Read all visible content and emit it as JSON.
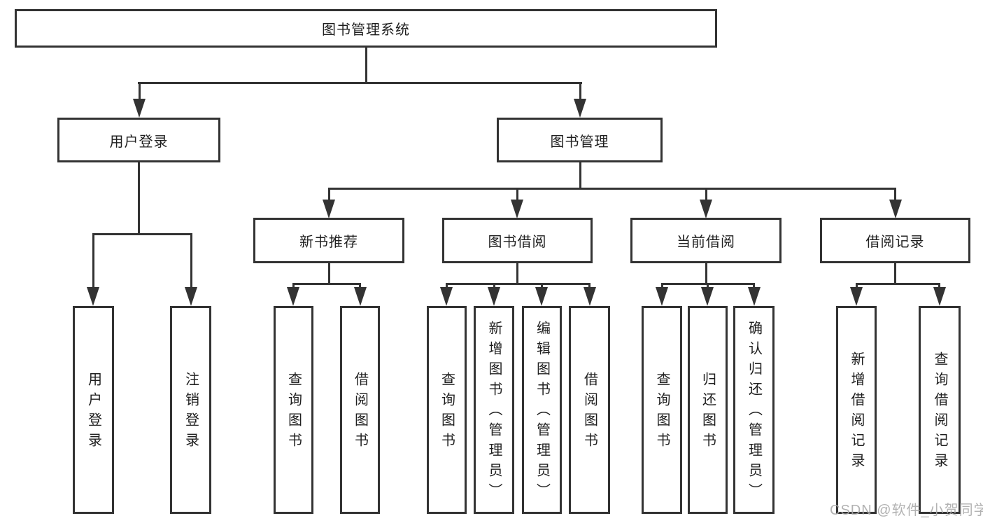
{
  "tree": {
    "label": "图书管理系统",
    "children": [
      {
        "label": "用户登录",
        "children": [
          {
            "label": "用户登录"
          },
          {
            "label": "注销登录"
          }
        ]
      },
      {
        "label": "图书管理",
        "children": [
          {
            "label": "新书推荐",
            "children": [
              {
                "label": "查询图书"
              },
              {
                "label": "借阅图书"
              }
            ]
          },
          {
            "label": "图书借阅",
            "children": [
              {
                "label": "查询图书"
              },
              {
                "label": "新增图书（管理员）"
              },
              {
                "label": "编辑图书（管理员）"
              },
              {
                "label": "借阅图书"
              }
            ]
          },
          {
            "label": "当前借阅",
            "children": [
              {
                "label": "查询图书"
              },
              {
                "label": "归还图书"
              },
              {
                "label": "确认归还（管理员）"
              }
            ]
          },
          {
            "label": "借阅记录",
            "children": [
              {
                "label": "新增借阅记录"
              },
              {
                "label": "查询借阅记录"
              }
            ]
          }
        ]
      }
    ]
  },
  "watermark": {
    "text": "CSDN @软件_小贺同学"
  },
  "colors": {
    "line": "#333333",
    "text": "#1f1f1f",
    "background": "#ffffff",
    "watermark": "#aaaaaa"
  }
}
